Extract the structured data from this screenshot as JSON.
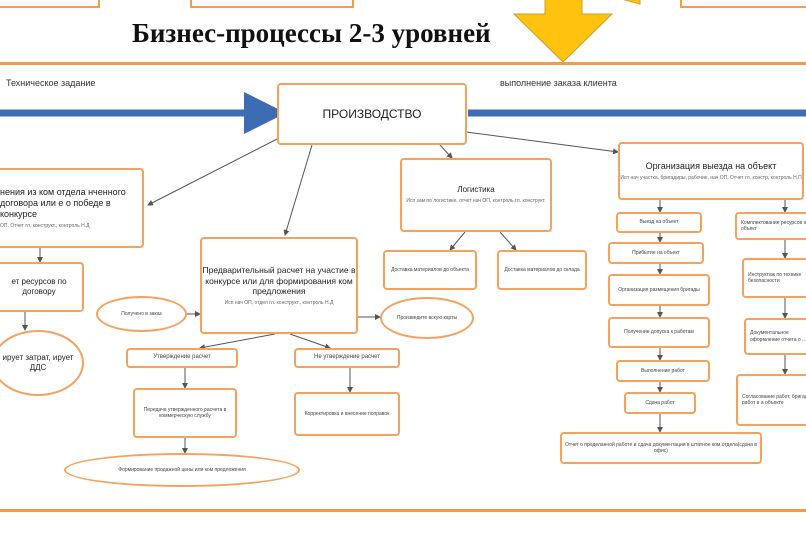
{
  "title": "Бизнес-процессы 2-3  уровней",
  "labels": {
    "left_top": "Техническое задание",
    "right_top": "выполнение заказа клиента"
  },
  "nodes": {
    "production": "ПРОИЗВОДСТВО",
    "tender": "нения из ком отдела нченного договора или е о победе в конкурсе",
    "tender_sub": "ОП, Отчет гл. конструкт., контроль Н.Д",
    "calc": "Предварительный расчет на участие в конкурсе или для формирования ком предложения",
    "calc_sub": "Исп нач ОП, отдел гл. конструкт., контроль Н.Д",
    "logistics": "Логистика",
    "logistics_sub": "Исп зам по логистике, отчет нач ОП, контроль гл. конструкт.",
    "org_departure": "Организация выезда на объект",
    "org_departure_sub": "Исп нач участка, бригадиры, рабочие, нач ОП, Отчет гл. констр, контроль Н.П",
    "resources": "ет ресурсов по договору",
    "costs": "ирует затрат, ирует ДДС",
    "received": "Получено в заказ",
    "approve": "Утверждение расчет",
    "not_approve": "Не утверждение расчет",
    "transfer": "Передача утвержденного расчета в коммерческую службу",
    "correct": "Корректировка и внесение поправок",
    "price_form": "Формирование продажной цены или ком предложения",
    "purchase": "Произведите вскую карты",
    "delivery_obj": "Доставка материалов до объекта",
    "delivery_wh": "Доставка материалов до склада",
    "departure": "Выезд на объект",
    "arrival": "Прибытие на объект",
    "placement": "Организация размещения бригады",
    "admission": "Получение допуска к работам",
    "execution": "Выполнение работ",
    "handover": "Сдача работ",
    "report": "Отчет о проделанной работе и сдача документации в штатное ком.отдела(сдача в офис)",
    "r1": "Комплектование ресурсов на объект",
    "r2": "Инструктаж по технике безопасности",
    "r3": "Документальное оформление отчета о ...",
    "r4": "Согласование работ, бригад, работ в а объекте"
  }
}
